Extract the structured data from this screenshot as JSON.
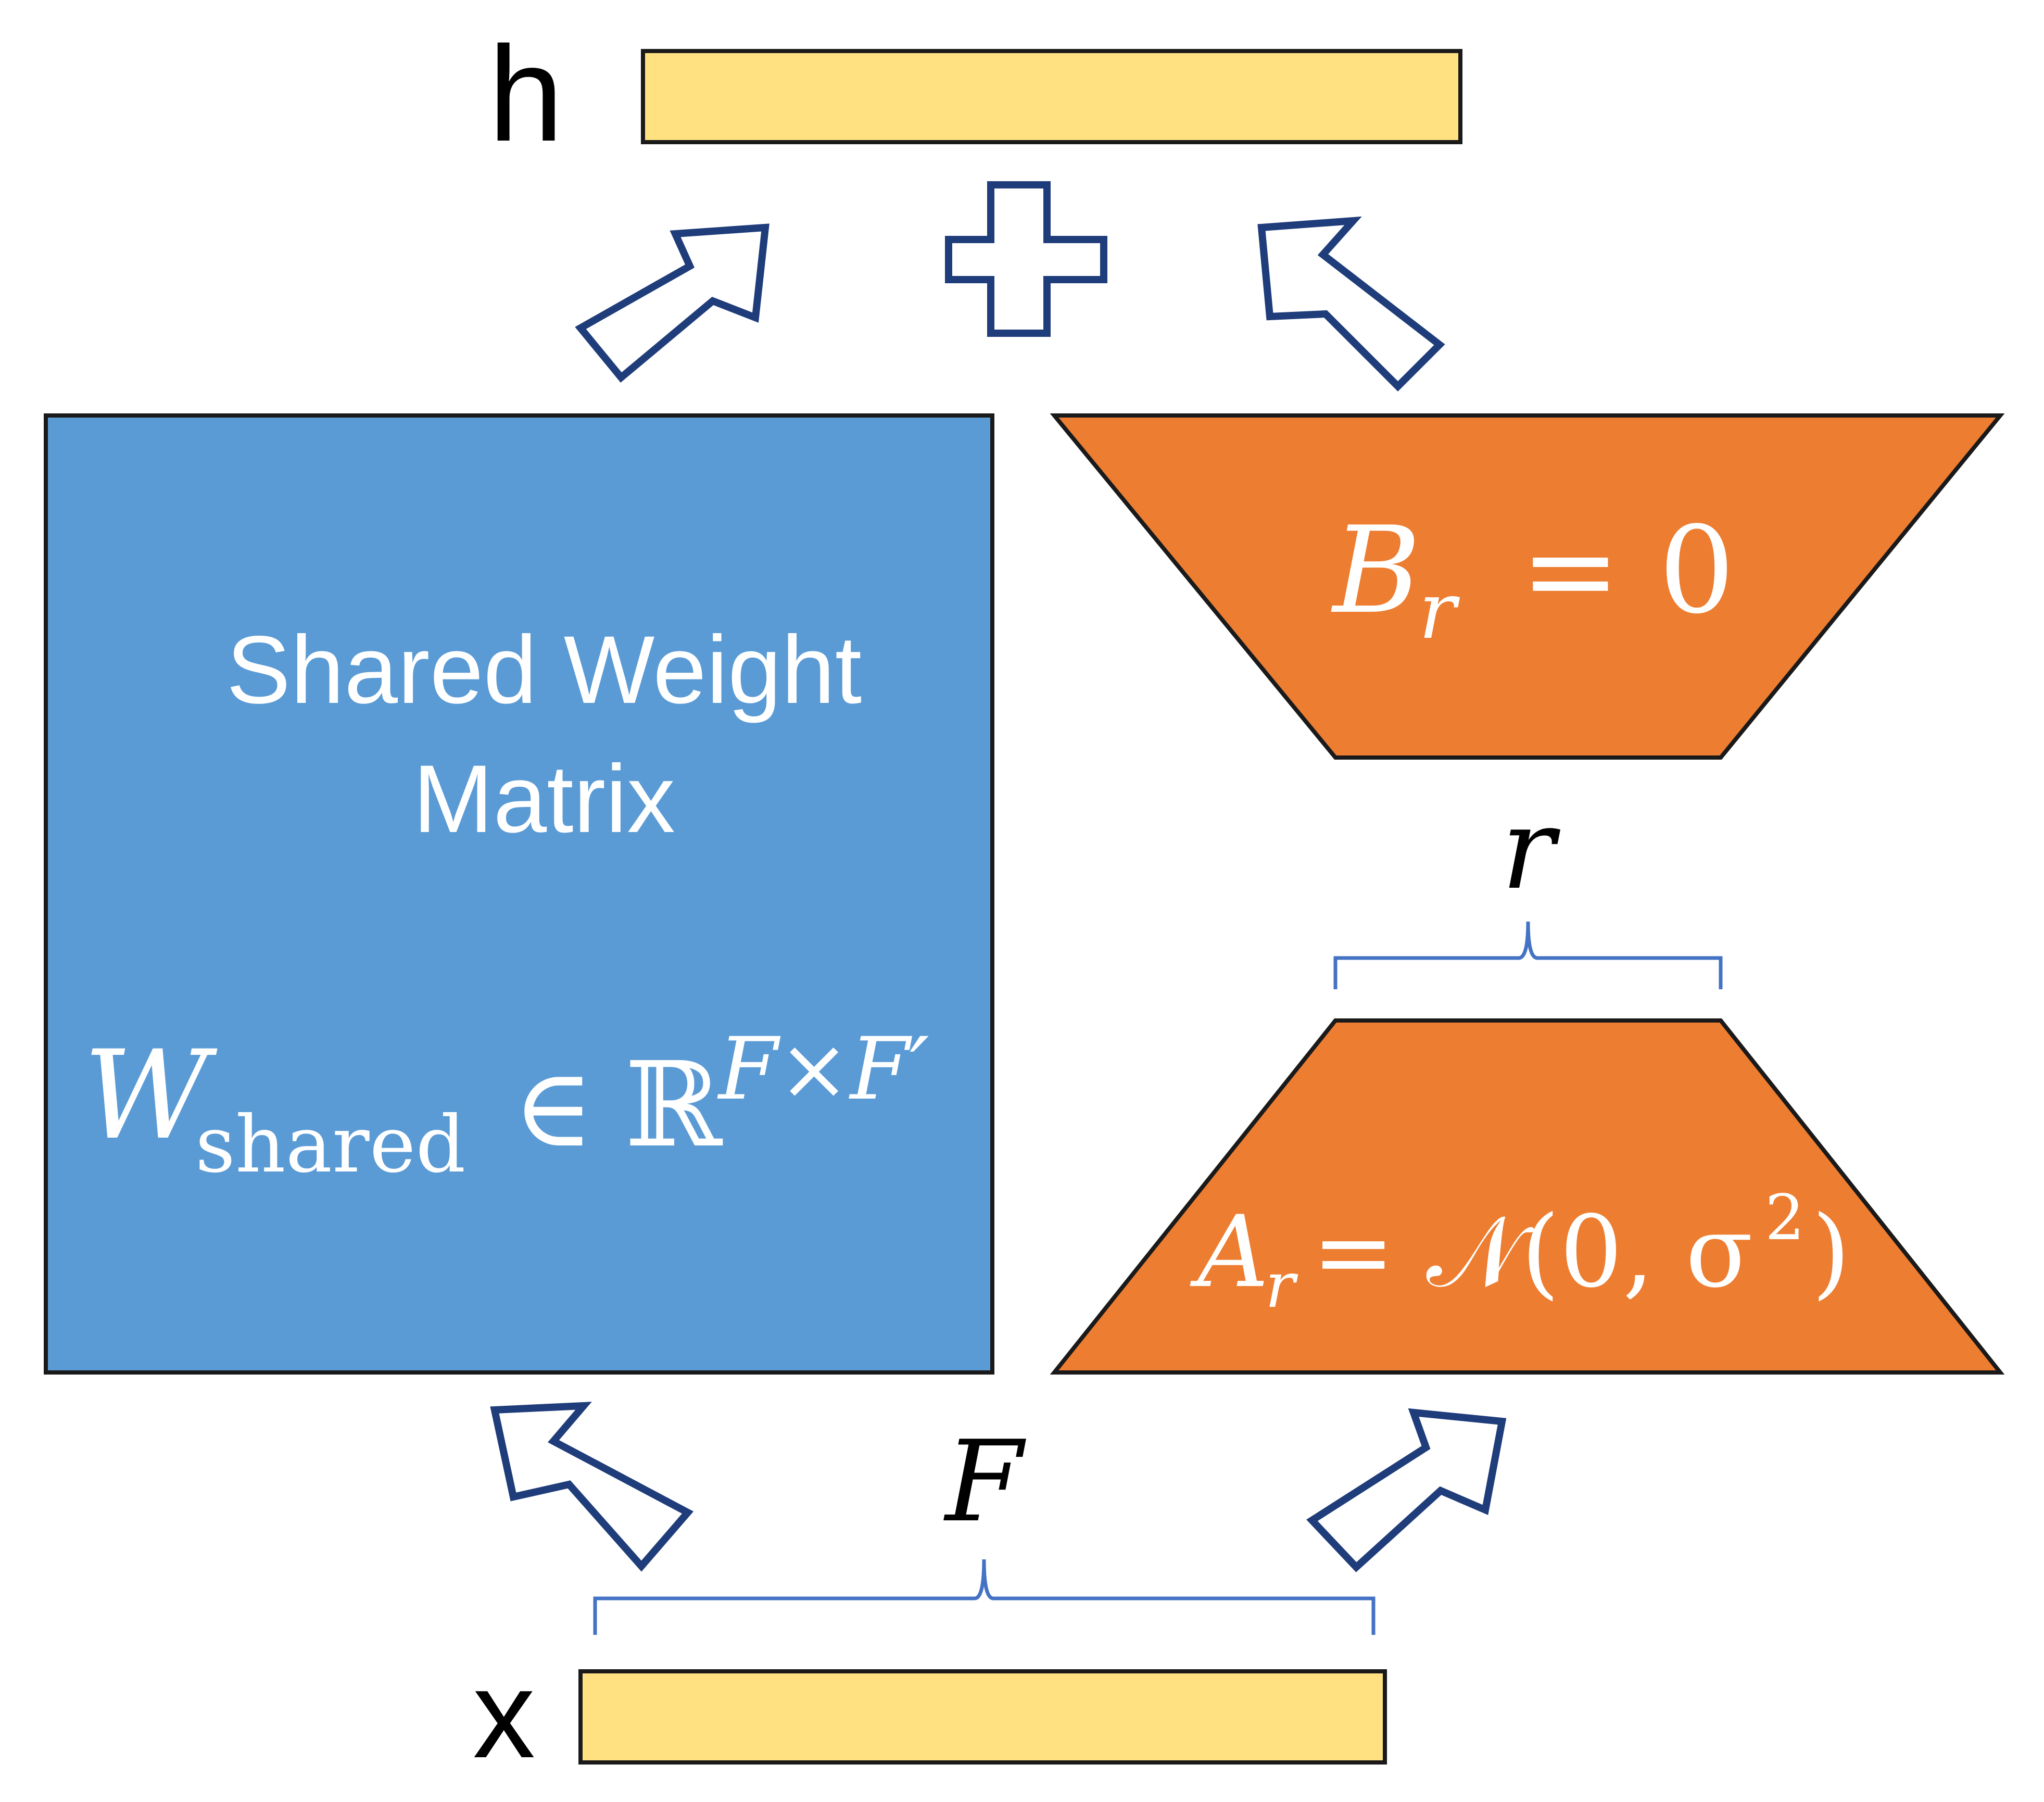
{
  "labels": {
    "output": "h",
    "input": "x",
    "shared_matrix_title_line1": "Shared Weight",
    "shared_matrix_title_line2": "Matrix",
    "w_symbol": "W",
    "w_subscript": "shared",
    "w_element_of": "∈",
    "w_reals": "ℝ",
    "w_superscript": "F×F′",
    "b_symbol": "B",
    "b_subscript": "r",
    "b_equals": "= 0",
    "a_symbol": "A",
    "a_subscript": "r",
    "a_equals": "= 𝒩(0, σ",
    "a_superscript": "2",
    "a_close": ")",
    "rank_label": "r",
    "dim_label": "F",
    "plus": "+"
  },
  "colors": {
    "vector_fill": "#FFE182",
    "shared_matrix_fill": "#5B9BD5",
    "lora_fill": "#ED7D31",
    "arrow_stroke": "#1F3D7A",
    "brace_stroke": "#4472C4",
    "outline": "#1A1A1A",
    "label_text": "#000000",
    "inner_text": "#FFFFFF"
  }
}
